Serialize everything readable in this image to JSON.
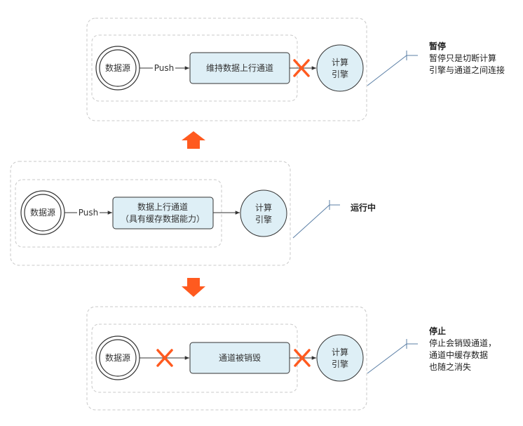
{
  "source_label": "数据源",
  "engine_label": [
    "计算",
    "引擎"
  ],
  "push_label": "Push",
  "colors": {
    "frame_border": "#c8c8c8",
    "channel_fill": "#deeff6",
    "engine_fill": "#deeff6",
    "arrow_orange": "#ff5a1f",
    "x_mark": "#ff5a1f"
  },
  "states": {
    "paused": {
      "title": "暂停",
      "desc": [
        "暂停只是切断计算",
        "引擎与通道之间连接"
      ],
      "channel_label": [
        "维持数据上行通道"
      ]
    },
    "running": {
      "title": "运行中",
      "channel_label": [
        "数据上行通道",
        "（具有缓存数据能力）"
      ]
    },
    "stopped": {
      "title": "停止",
      "desc": [
        "停止会销毁通道，",
        "通道中缓存数据",
        "也随之消失"
      ],
      "channel_label": [
        "通道被销毁"
      ]
    }
  }
}
